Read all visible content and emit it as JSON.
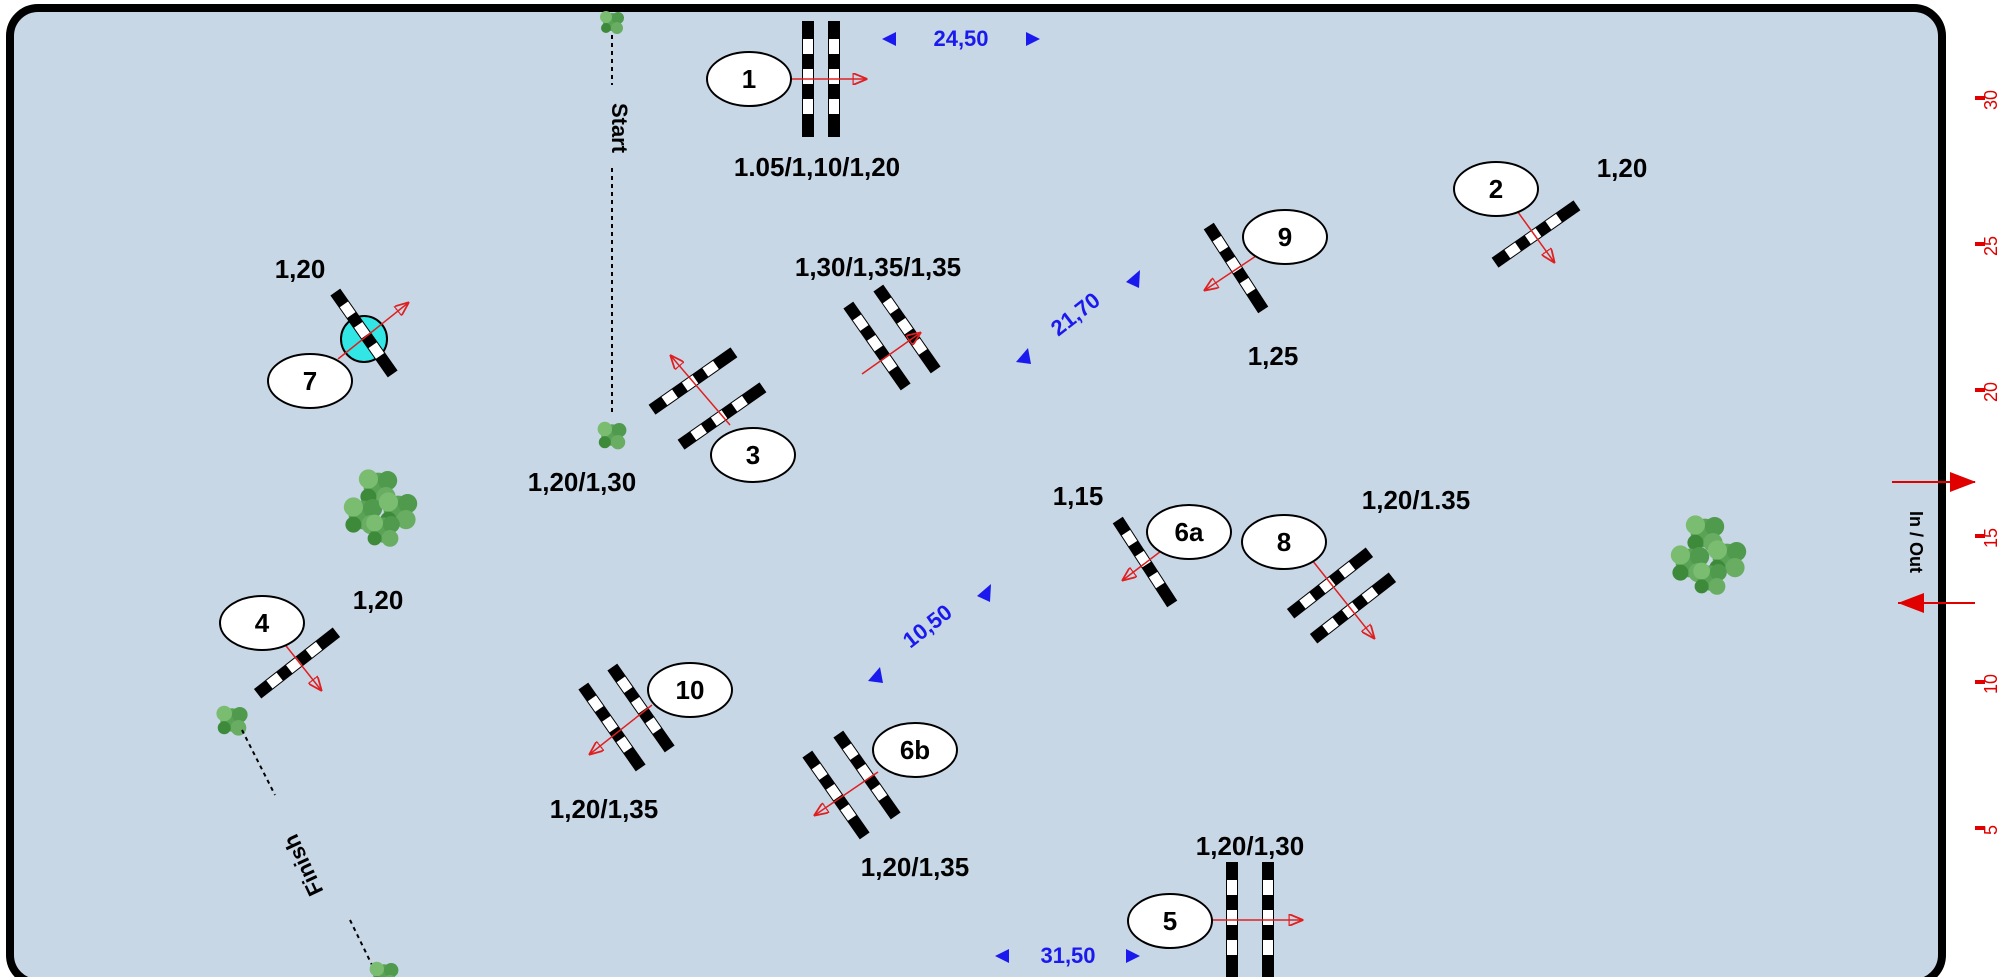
{
  "course": {
    "arena_color": "#c8d7e6",
    "pole_dark": "#000000",
    "pole_light": "#ffffff",
    "direction_color": "#e02020",
    "distance_color": "#1a1aee",
    "axis_color": "#e00000",
    "water_color": "#33e6e6",
    "bush_color": "#4f9a4c"
  },
  "obstacles": {
    "o1": {
      "number": "1",
      "height": "1.05/1,10/1,20"
    },
    "o2": {
      "number": "2",
      "height": "1,20"
    },
    "o3": {
      "number": "3",
      "height": "1,20/1,30"
    },
    "o3b": {
      "height": "1,30/1,35/1,35"
    },
    "o4": {
      "number": "4",
      "height": "1,20"
    },
    "o5": {
      "number": "5",
      "height": "1,20/1,30"
    },
    "o6a": {
      "number": "6a",
      "height": "1,15"
    },
    "o6b": {
      "number": "6b",
      "height": "1,20/1,35"
    },
    "o7": {
      "number": "7",
      "height": "1,20"
    },
    "o8": {
      "number": "8",
      "height": "1,20/1.35"
    },
    "o9": {
      "number": "9",
      "height": "1,25"
    },
    "o10": {
      "number": "10",
      "height": "1,20/1,35"
    }
  },
  "distances": {
    "d1": "24,50",
    "d2": "21,70",
    "d3": "10,50",
    "d4": "31,50"
  },
  "lines": {
    "start": "Start",
    "finish": "Finish",
    "in_out": "In / Out"
  },
  "scale": {
    "ticks": [
      "30",
      "25",
      "20",
      "15",
      "10",
      "5"
    ]
  }
}
